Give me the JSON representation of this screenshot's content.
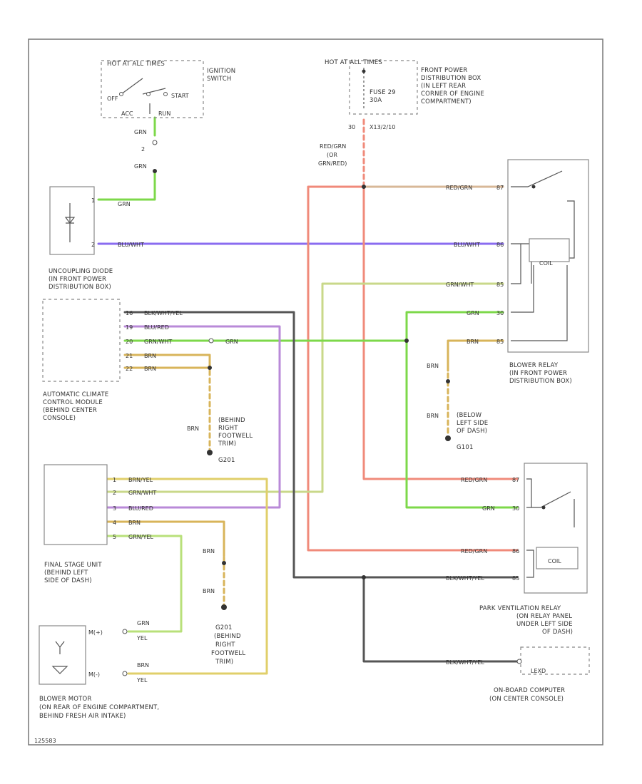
{
  "diagram_id": "125583",
  "colors": {
    "grn": "#7dd84a",
    "blu_wht": "#8a6cf0",
    "red_grn": "#f08a7a",
    "gry_red": "#c9d88a",
    "blk_wht": "#555555",
    "blu_red": "#b98ad8",
    "grn_wht": "#7dd84a",
    "brn": "#d8b45a",
    "brn_yel": "#e0cf6a",
    "grn_yel": "#b8e07a"
  },
  "components": {
    "ignition_switch": {
      "label": [
        "IGNITION",
        "SWITCH"
      ],
      "hot_label": "HOT AT ALL TIMES",
      "pos_off": "OFF",
      "pos_acc": "ACC",
      "pos_start": "START",
      "pos_run": "RUN",
      "wire_top": "GRN",
      "pin": "2",
      "wire_bottom": "GRN"
    },
    "front_power_box": {
      "label": [
        "FRONT POWER",
        "DISTRIBUTION BOX",
        "(IN LEFT REAR",
        "CORNER OF ENGINE",
        "COMPARTMENT)"
      ],
      "hot_label": "HOT AT ALL TIMES",
      "fuse_label": [
        "FUSE 29",
        "30A"
      ],
      "pin": "30",
      "pin_code": "X13/2/10",
      "wire_label": [
        "RED/GRN",
        "(OR",
        "GRN/RED)"
      ]
    },
    "uncoupling_diode": {
      "label": [
        "UNCOUPLING DIODE",
        "(IN FRONT POWER",
        "DISTRIBUTION BOX)"
      ],
      "pin1": "1",
      "pin2": "2",
      "wire_grn": "GRN",
      "wire_bluwht": "BLU/WHT"
    },
    "climate_module": {
      "label": [
        "AUTOMATIC CLIMATE",
        "CONTROL MODULE",
        "(BEHIND CENTER",
        "CONSOLE)"
      ],
      "pins": [
        "16",
        "19",
        "20",
        "21",
        "22"
      ],
      "wires": [
        "BLK/WHT/YEL",
        "BLU/RED",
        "GRN/WHT",
        "BRN",
        "BRN"
      ],
      "splice_wire": "GRN"
    },
    "ground_g201_upper": {
      "label": [
        "(BEHIND",
        "RIGHT",
        "FOOTWELL",
        "TRIM)",
        "G201"
      ],
      "wire": "BRN"
    },
    "blower_relay": {
      "label": [
        "BLOWER RELAY",
        "(IN FRONT POWER",
        "DISTRIBUTION BOX)"
      ],
      "pins": [
        "87",
        "86",
        "85",
        "30",
        "85"
      ],
      "wires": [
        "RED/GRN",
        "BLU/WHT",
        "GRN/WHT",
        "GRN",
        "BRN"
      ],
      "coil_label": "COIL"
    },
    "ground_g101": {
      "label": [
        "(BELOW",
        "LEFT SIDE",
        "OF DASH)",
        "G101"
      ],
      "wire_top": "BRN",
      "wire_bottom": "BRN"
    },
    "final_stage_unit": {
      "label": [
        "FINAL STAGE UNIT",
        "(BEHIND LEFT",
        "SIDE OF DASH)"
      ],
      "pins": [
        "1",
        "2",
        "3",
        "4",
        "5"
      ],
      "wires": [
        "BRN/YEL",
        "GRN/WHT",
        "BLU/RED",
        "BRN",
        "GRN/YEL"
      ]
    },
    "ground_g201_lower": {
      "label": [
        "G201",
        "(BEHIND",
        "RIGHT",
        "FOOTWELL",
        "TRIM)"
      ],
      "wire_top": "BRN",
      "wire_bottom": "BRN"
    },
    "park_ventilation_relay": {
      "label": [
        "PARK VENTILATION RELAY",
        "(ON RELAY PANEL",
        "UNDER LEFT SIDE",
        "OF DASH)"
      ],
      "pins": [
        "87",
        "30",
        "86",
        "85"
      ],
      "wires": [
        "RED/GRN",
        "GRN",
        "RED/GRN",
        "BLK/WHT/YEL"
      ],
      "coil_label": "COIL"
    },
    "blower_motor": {
      "label": [
        "BLOWER MOTOR",
        "(ON REAR OF ENGINE COMPARTMENT,",
        "BEHIND FRESH AIR INTAKE)"
      ],
      "pin1": "M(+)",
      "pin2": "M(-)",
      "wire1": [
        "GRN",
        "YEL"
      ],
      "wire2": [
        "BRN",
        "YEL"
      ]
    },
    "onboard_computer": {
      "label": [
        "ON-BOARD COMPUTER",
        "(ON CENTER CONSOLE)"
      ],
      "wire": "BLK/WHT/YEL",
      "pin_label": "LEXD"
    }
  }
}
